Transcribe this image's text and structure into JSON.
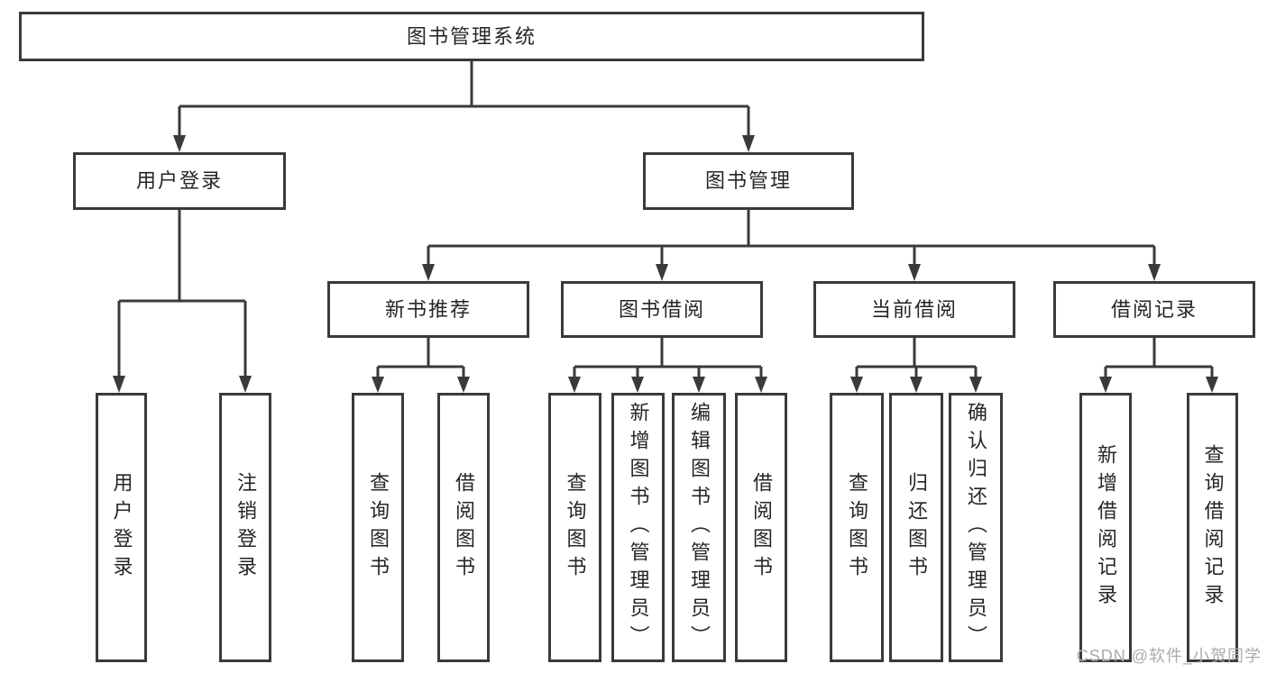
{
  "tree": {
    "root": "图书管理系统",
    "level2": [
      "用户登录",
      "图书管理"
    ],
    "level3": [
      "新书推荐",
      "图书借阅",
      "当前借阅",
      "借阅记录"
    ],
    "leaves_user_login": [
      "用户登录",
      "注销登录"
    ],
    "leaves_new_book": [
      "查询图书",
      "借阅图书"
    ],
    "leaves_borrow": [
      "查询图书",
      "新增图书（管理员）",
      "编辑图书（管理员）",
      "借阅图书"
    ],
    "leaves_current": [
      "查询图书",
      "归还图书",
      "确认归还（管理员）"
    ],
    "leaves_records": [
      "新增借阅记录",
      "查询借阅记录"
    ]
  },
  "watermark": "CSDN @软件_小贺同学",
  "colors": {
    "line": "#3a3a3a",
    "text": "#262626",
    "watermark": "#ababab",
    "background": "#ffffff"
  }
}
